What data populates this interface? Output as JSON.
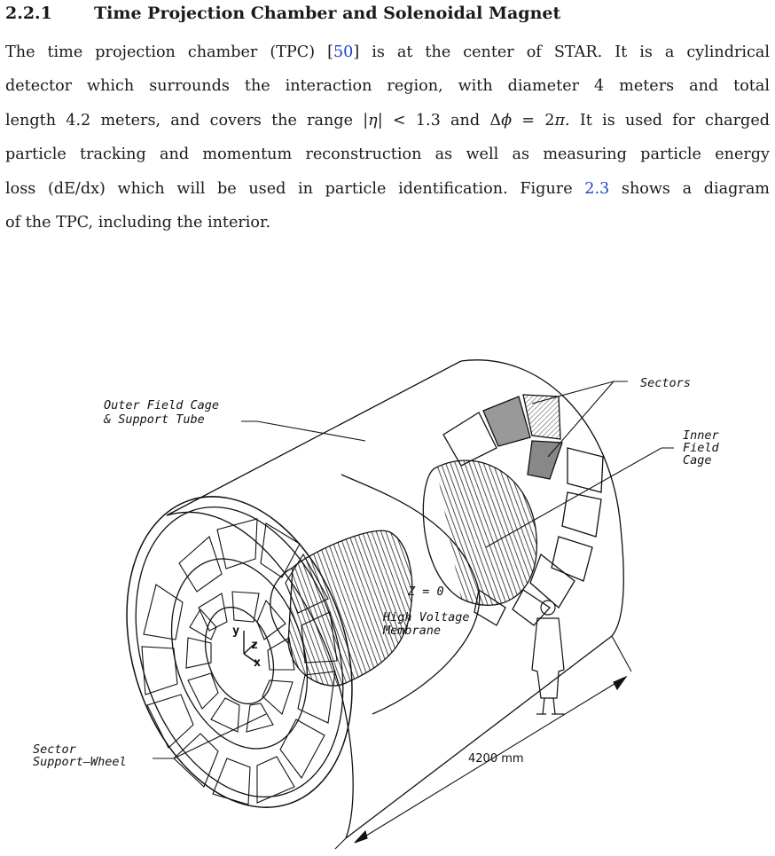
{
  "section": {
    "number": "2.2.1",
    "title": "Time Projection Chamber and Solenoidal Magnet"
  },
  "paragraph": {
    "l1_a": "The time projection chamber (TPC) [",
    "l1_ref": "50",
    "l1_b": "] is at the center of STAR. It is a cylindrical",
    "l2": "detector which surrounds the interaction region, with diameter 4 meters and total",
    "l3_a": "length 4.2 meters, and covers the range |",
    "l3_eta": "η",
    "l3_b": "| < 1.3 and Δ",
    "l3_phi": "ϕ",
    "l3_c": " = 2",
    "l3_pi": "π",
    "l3_d": ". It is used for charged",
    "l4": "particle tracking and momentum reconstruction as well as measuring particle energy",
    "l5_a": "loss (dE/dx) which will be used in particle identification. Figure ",
    "l5_ref": "2.3",
    "l5_b": " shows a diagram",
    "l6": "of the TPC, including the interior."
  },
  "figure": {
    "labels": {
      "outer_1": "Outer Field Cage",
      "outer_2": "& Support Tube",
      "sectors": "Sectors",
      "inner_1": "Inner",
      "inner_2": "Field",
      "inner_3": "Cage",
      "z0": "Z = 0",
      "hv_1": "High Voltage",
      "hv_2": "Membrane",
      "sw_1": "Sector",
      "sw_2": "Support–Wheel",
      "axis_y": "y",
      "axis_z": "z",
      "axis_x": "x",
      "length": "4200 mm"
    }
  }
}
